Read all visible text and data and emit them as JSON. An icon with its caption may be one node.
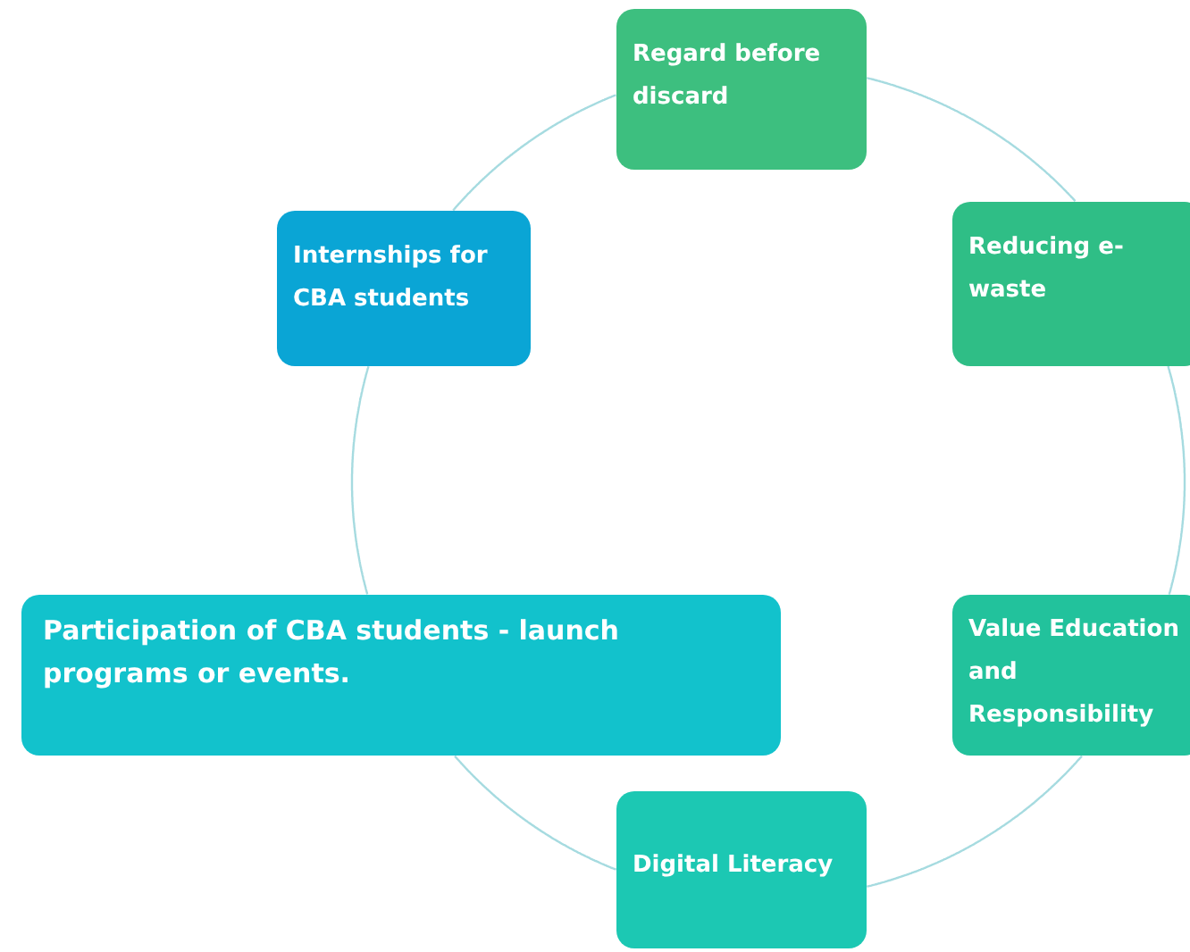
{
  "diagram": {
    "nodes": [
      {
        "text": [
          "Regard before discard"
        ]
      },
      {
        "text": [
          "Reducing e-waste"
        ]
      },
      {
        "text": [
          "Internships for CBA students"
        ]
      },
      {
        "text": [
          "Participation of CBA students - launch programs or events."
        ]
      },
      {
        "text": [
          "Value Education and Responsibility"
        ]
      },
      {
        "text": [
          "Digital Literacy"
        ]
      }
    ],
    "edges": [
      {
        "from": 0,
        "to": 1,
        "arrow": "none"
      },
      {
        "from": 1,
        "to": 4,
        "arrow": "none"
      },
      {
        "from": 4,
        "to": 5,
        "arrow": "none"
      },
      {
        "from": 5,
        "to": 3,
        "arrow": "none"
      },
      {
        "from": 3,
        "to": 2,
        "arrow": "none"
      },
      {
        "from": 2,
        "to": 0,
        "arrow": "none"
      }
    ]
  }
}
